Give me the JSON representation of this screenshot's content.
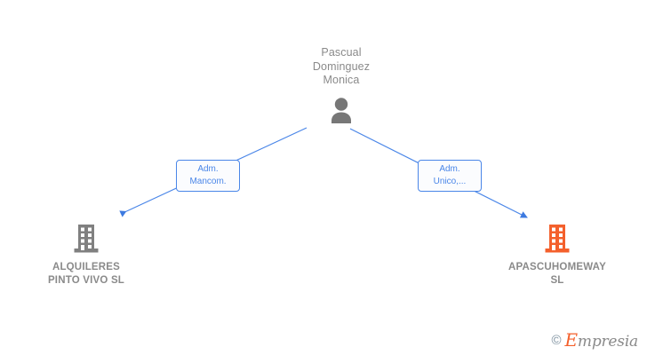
{
  "diagram": {
    "type": "org-relationship-graph",
    "background_color": "#ffffff",
    "person": {
      "name": "Pascual\nDominguez\nMonica",
      "icon": "person-icon",
      "icon_color": "#777777",
      "text_color": "#8a8a8a"
    },
    "companies": [
      {
        "name": "ALQUILERES\nPINTO VIVO SL",
        "icon": "building-icon",
        "icon_color": "#808080",
        "text_color": "#8a8a8a",
        "position": "left"
      },
      {
        "name": "APASCUHOMEWAY\nSL",
        "icon": "building-icon",
        "icon_color": "#f4602c",
        "text_color": "#8a8a8a",
        "position": "right"
      }
    ],
    "edges": [
      {
        "label": "Adm.\nMancom.",
        "from": "Pascual Dominguez Monica",
        "to": "ALQUILERES PINTO VIVO SL",
        "color": "#4a86e8"
      },
      {
        "label": "Adm.\nUnico,...",
        "from": "Pascual Dominguez Monica",
        "to": "APASCUHOMEWAY SL",
        "color": "#4a86e8"
      }
    ]
  },
  "watermark": {
    "copyright": "©",
    "brand_initial": "E",
    "brand_rest": "mpresia",
    "initial_color": "#f4602c",
    "text_color": "#8a8a8a"
  }
}
